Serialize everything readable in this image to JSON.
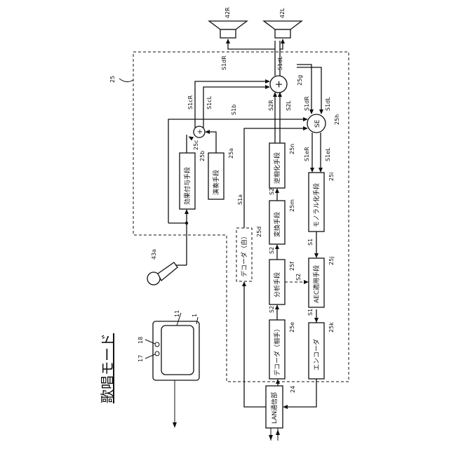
{
  "title": "歌唱モード",
  "refs": {
    "device": "1",
    "screen": "11",
    "ref17": "17",
    "ref18": "18",
    "lan_num": "24",
    "unit": "25",
    "mic": "43a",
    "spkR": "42R",
    "spkL": "42L",
    "r25a": "25a",
    "r25b": "25b",
    "r25c": "25c",
    "r25d": "25d",
    "r25e": "25e",
    "r25f": "25f",
    "r25g": "25g",
    "r25h": "25h",
    "r25i": "25i",
    "r25j": "25j",
    "r25k": "25k",
    "r25m": "25m",
    "r25n": "25n"
  },
  "blocks": {
    "lan": "LAN通信部",
    "decoder_partner": "デコーダ（相手）",
    "analysis": "分析手段",
    "conversion": "変換手段",
    "reverse_phase": "逆相化手段",
    "decoder_self": "デコーダ（自）",
    "effect": "効果付与手段",
    "performance": "演奏手段",
    "encoder": "エンコーダ",
    "aec": "AEC適用手段",
    "monaural": "モノラル化手段",
    "se": "SE",
    "adder_plus": "+",
    "mixer_plus": "+"
  },
  "signals": {
    "s1dR_top": "S1dR",
    "s1dL_top": "S1dL",
    "s1cR": "S1cR",
    "s1cL": "S1cL",
    "s1b": "S1b",
    "s2R": "S2R",
    "s2L": "S2L",
    "s1dR_mid": "S1dR",
    "s1dL_mid": "S1dL",
    "s1eR": "S1eR",
    "s1eL": "S1eL",
    "s1a": "S1a",
    "s2_a": "S2",
    "s2_b": "S2",
    "s2_c": "S2",
    "s2_d": "S2",
    "s1_a": "S1",
    "s1_b": "S1"
  }
}
